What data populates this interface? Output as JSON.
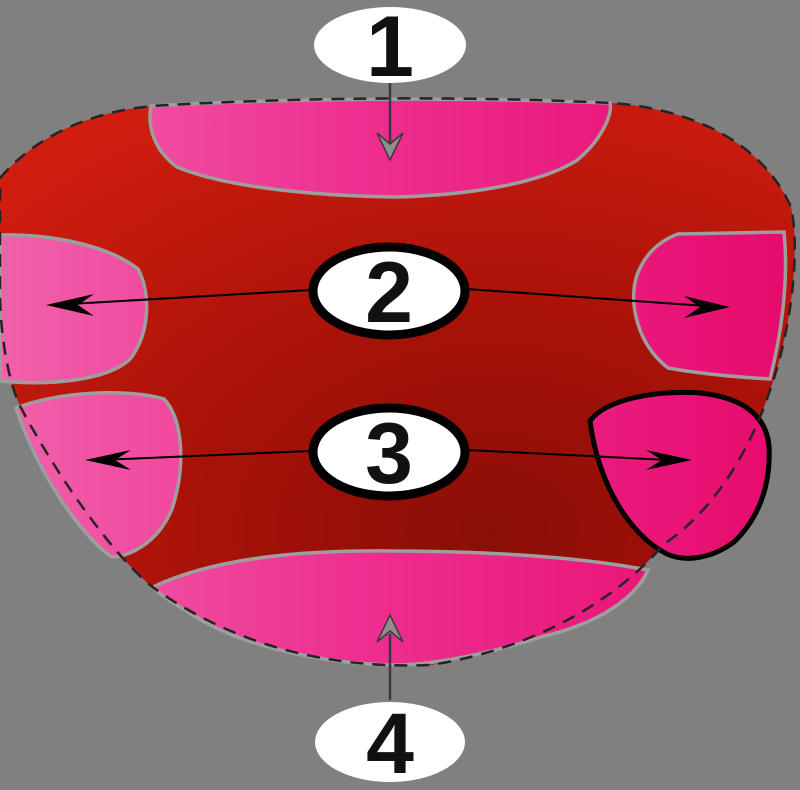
{
  "labels": {
    "zone1": "1",
    "zone2": "2",
    "zone3": "3",
    "zone4": "4"
  },
  "colors": {
    "background": "#808080",
    "tongue_dark": "#8a0e08",
    "tongue_mid": "#a81208",
    "tongue_bright": "#d01d10",
    "zone_pink_light": "#f161aa",
    "zone_pink_mid": "#ee2f90",
    "zone_pink_deep": "#e60a6c",
    "zone_outline": "#9e9e9e",
    "zone_lower_right_outline": "#000000",
    "tongue_outline_dash": "#242424",
    "label_fill": "#ffffff",
    "label_outline": "#000000",
    "label_text": "#111111",
    "arrow_black": "#000000",
    "arrow_gray_fill": "#8f8f8f",
    "arrow_gray_stroke": "#3a3a3a"
  }
}
